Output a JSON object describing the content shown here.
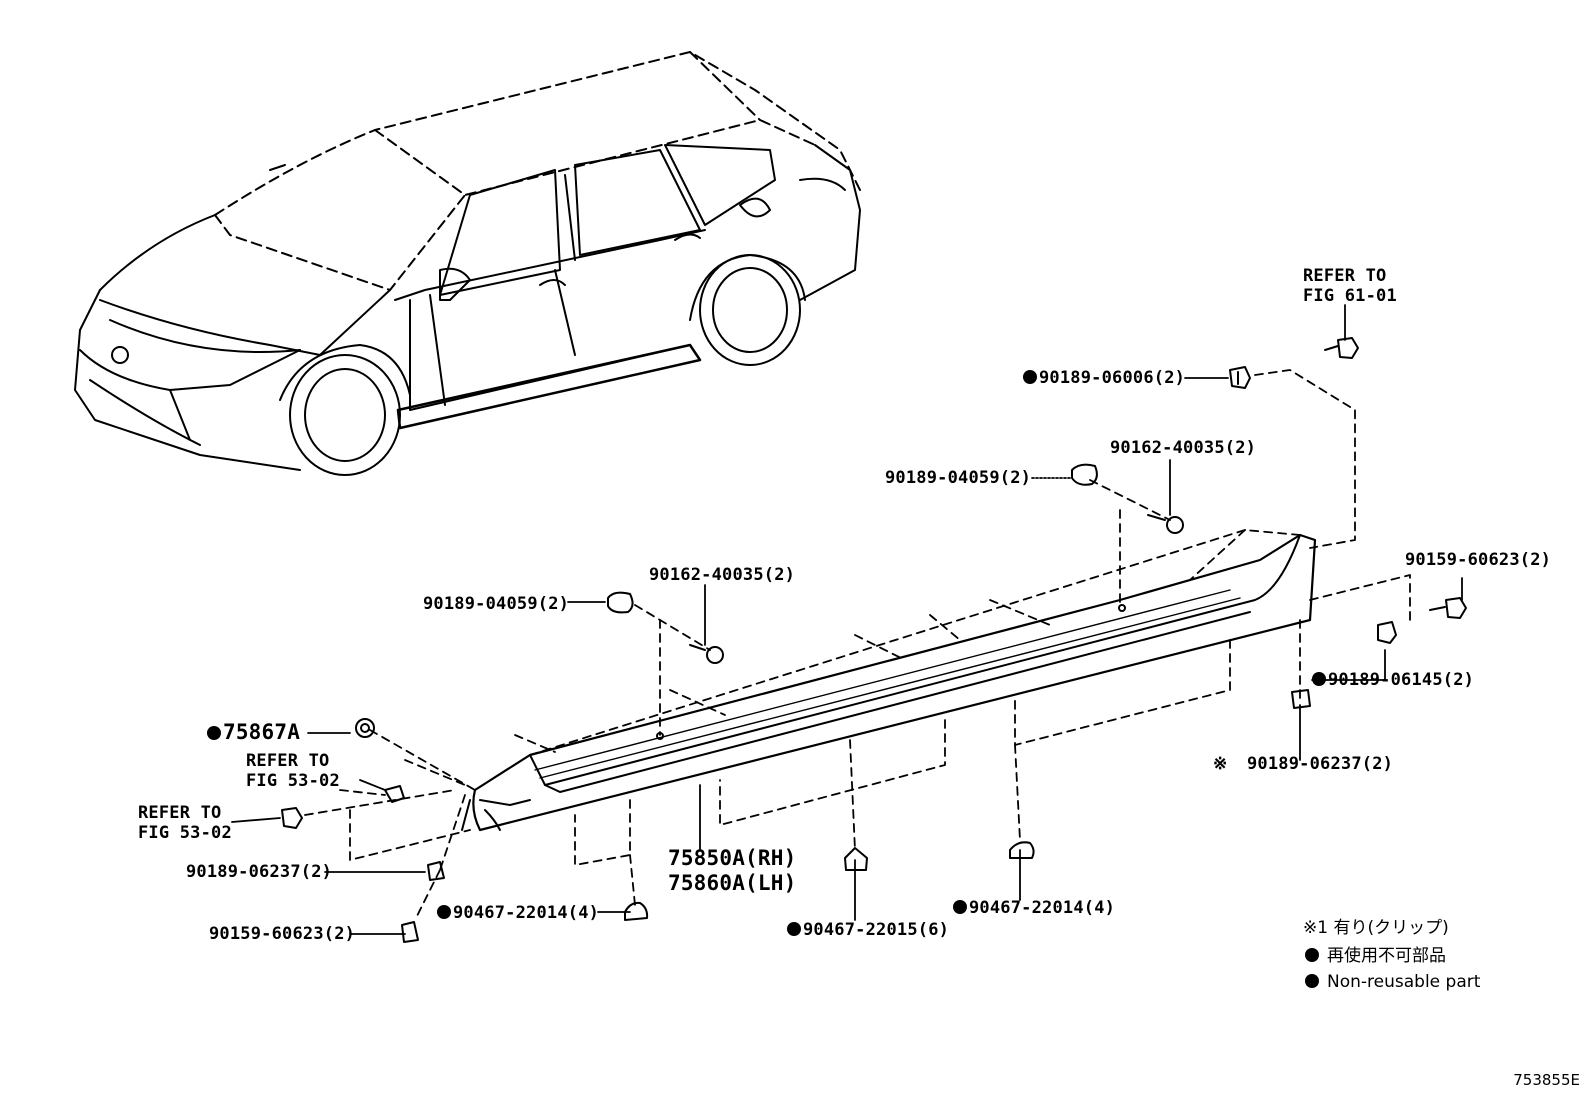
{
  "labels": {
    "refer_fig_61_01_line1": "REFER TO",
    "refer_fig_61_01_line2": "FIG 61-01",
    "p_90189_06006": "90189-06006(2)",
    "p_90162_40035_upper": "90162-40035(2)",
    "p_90189_04059_upper": "90189-04059(2)",
    "p_90159_60623_right": "90159-60623(2)",
    "p_90162_40035_mid": "90162-40035(2)",
    "p_90189_04059_mid": "90189-04059(2)",
    "p_90189_06145": "90189-06145(2)",
    "p_75867A": "75867A",
    "refer_fig_53_02_a_line1": "REFER TO",
    "refer_fig_53_02_a_line2": "FIG 53-02",
    "refer_fig_53_02_b_line1": "REFER TO",
    "refer_fig_53_02_b_line2": "FIG 53-02",
    "p_90189_06237_right": "90189-06237(2)",
    "p_90189_06237_left": "90189-06237(2)",
    "p_90159_60623_left": "90159-60623(2)",
    "p_90467_22014_left": "90467-22014(4)",
    "p_75850A": "75850A(RH)",
    "p_75860A": "75860A(LH)",
    "p_90467_22015": "90467-22015(6)",
    "p_90467_22014_right": "90467-22014(4)",
    "asterisk_mark": "※"
  },
  "legend": {
    "clip_note": "※1 有り(クリップ)",
    "non_reusable_jp": "再使用不可部品",
    "non_reusable_en": "Non-reusable part"
  },
  "figure_id": "753855E",
  "colors": {
    "ink": "#000000",
    "paper": "#ffffff"
  }
}
